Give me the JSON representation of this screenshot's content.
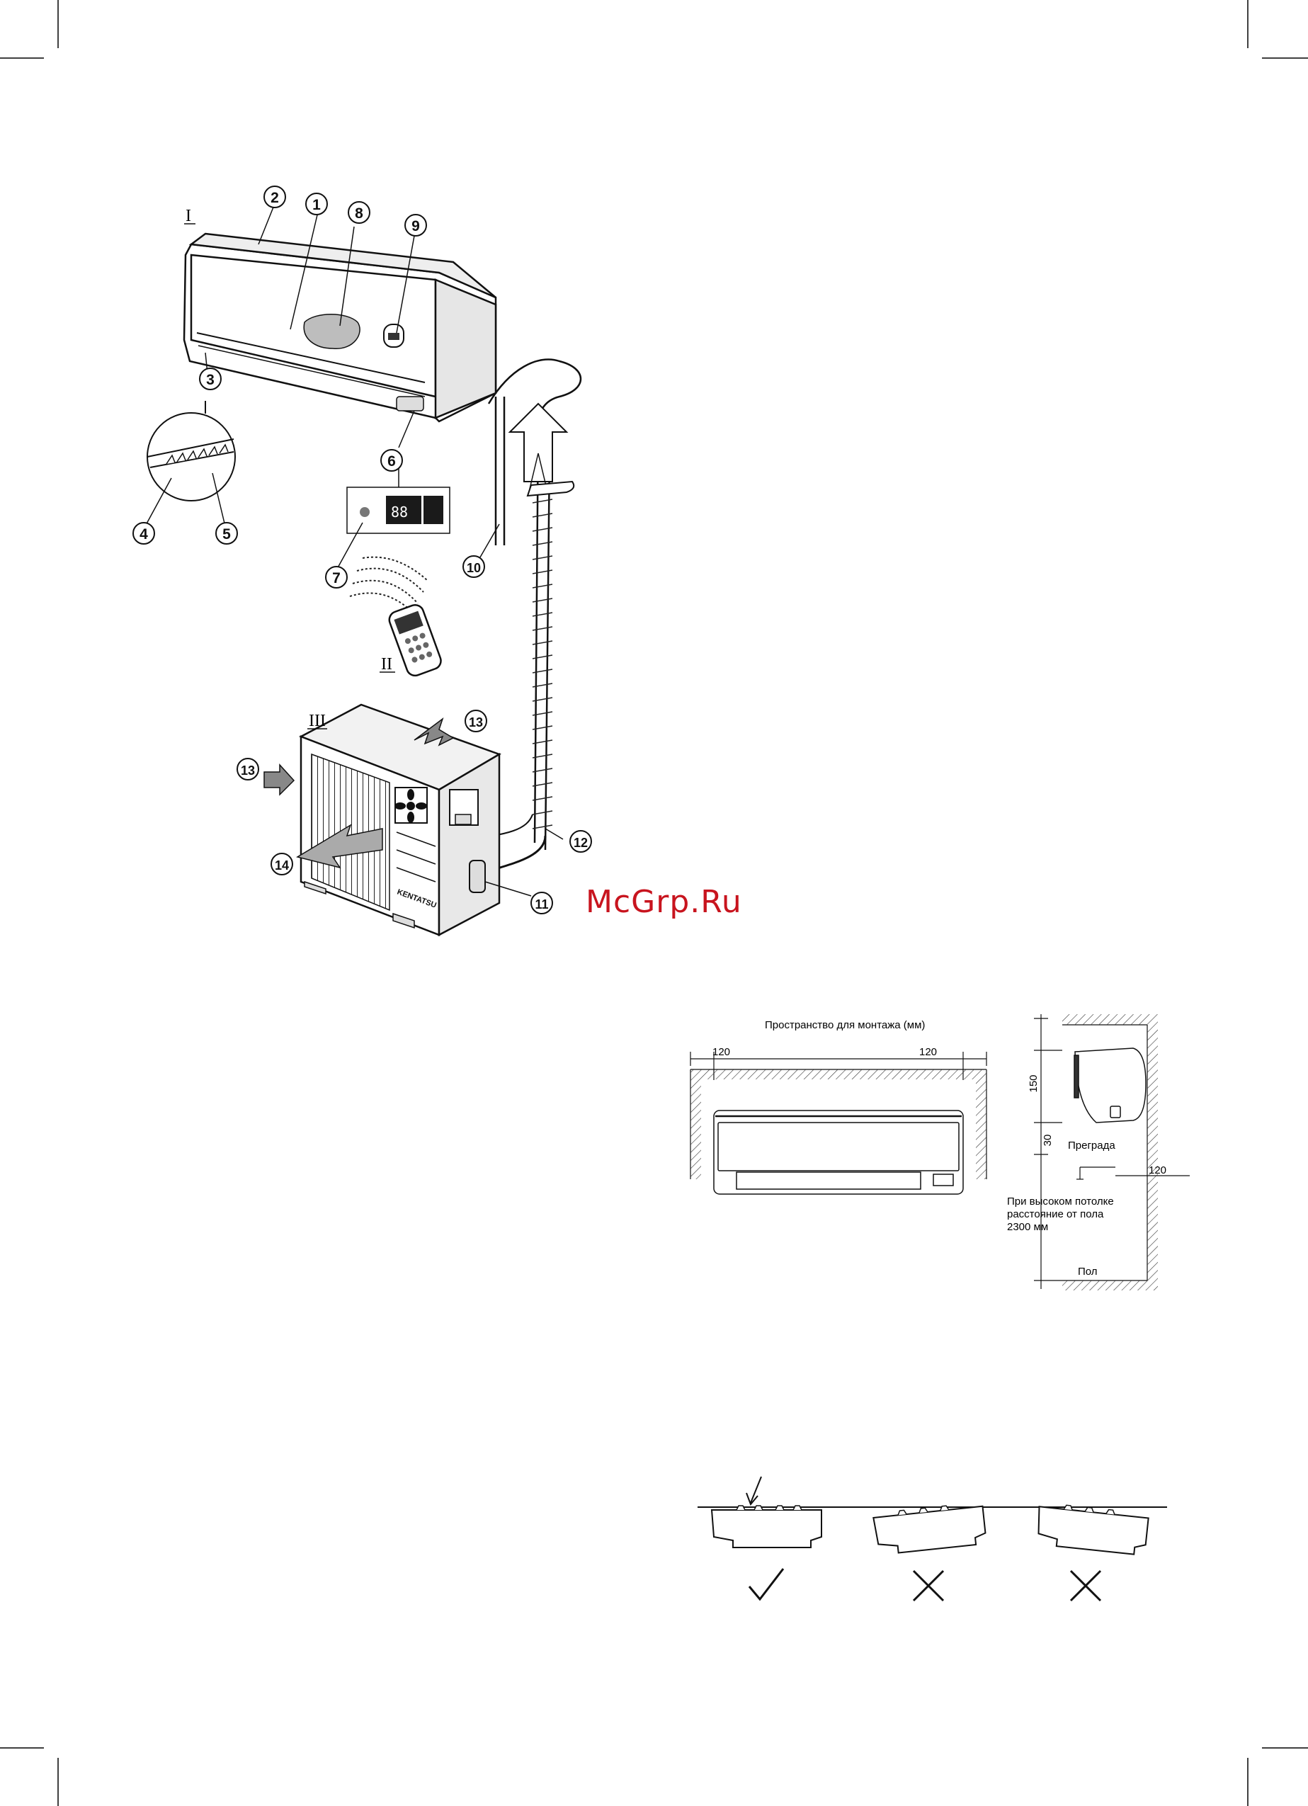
{
  "watermark": "McGrp.Ru",
  "figure1": {
    "sections": [
      "I",
      "II",
      "III"
    ],
    "callouts": [
      "1",
      "2",
      "3",
      "4",
      "5",
      "6",
      "7",
      "8",
      "9",
      "10",
      "11",
      "12",
      "13",
      "14"
    ],
    "display_digits": "88",
    "brand_logo": "KENTATSU"
  },
  "figure2": {
    "title": "Пространство для монтажа (мм)",
    "dim_left": "120",
    "dim_right": "120",
    "dim_top": "150",
    "dim_below": "30",
    "dim_side": "120",
    "obstacle_label": "Преграда",
    "note_line1": "При высоком потолке",
    "note_line2": "расстояние от пола",
    "note_line3": "2300 мм",
    "floor_label": "Пол"
  },
  "figure3": {
    "marks": [
      "correct",
      "wrong",
      "wrong"
    ]
  }
}
